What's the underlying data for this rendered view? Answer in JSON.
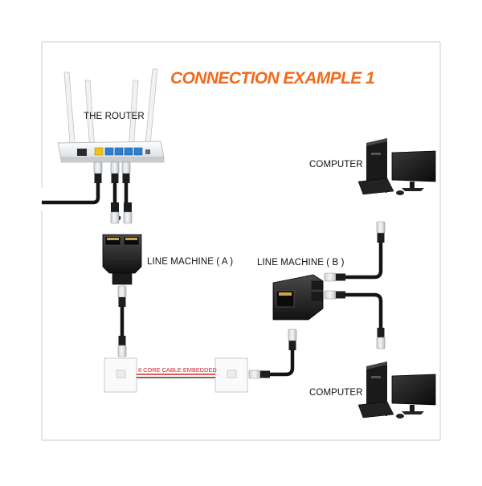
{
  "title": "CONNECTION EXAMPLE 1",
  "labels": {
    "router": "THE ROUTER",
    "computer_top": "COMPUTER",
    "computer_bottom": "COMPUTER",
    "line_machine_a": "LINE MACHINE ( A )",
    "line_machine_b": "LINE MACHINE ( B )",
    "cable_note": "8 CORE CABLE EMBEDDED"
  },
  "colors": {
    "title": "#f26a1b",
    "cable_note": "#d0212a",
    "embedded_cable": "#e0211d",
    "frame": "#d4d4d4",
    "router_port_yellow": "#f2c11b",
    "router_port_blue": "#2d7fd4"
  }
}
